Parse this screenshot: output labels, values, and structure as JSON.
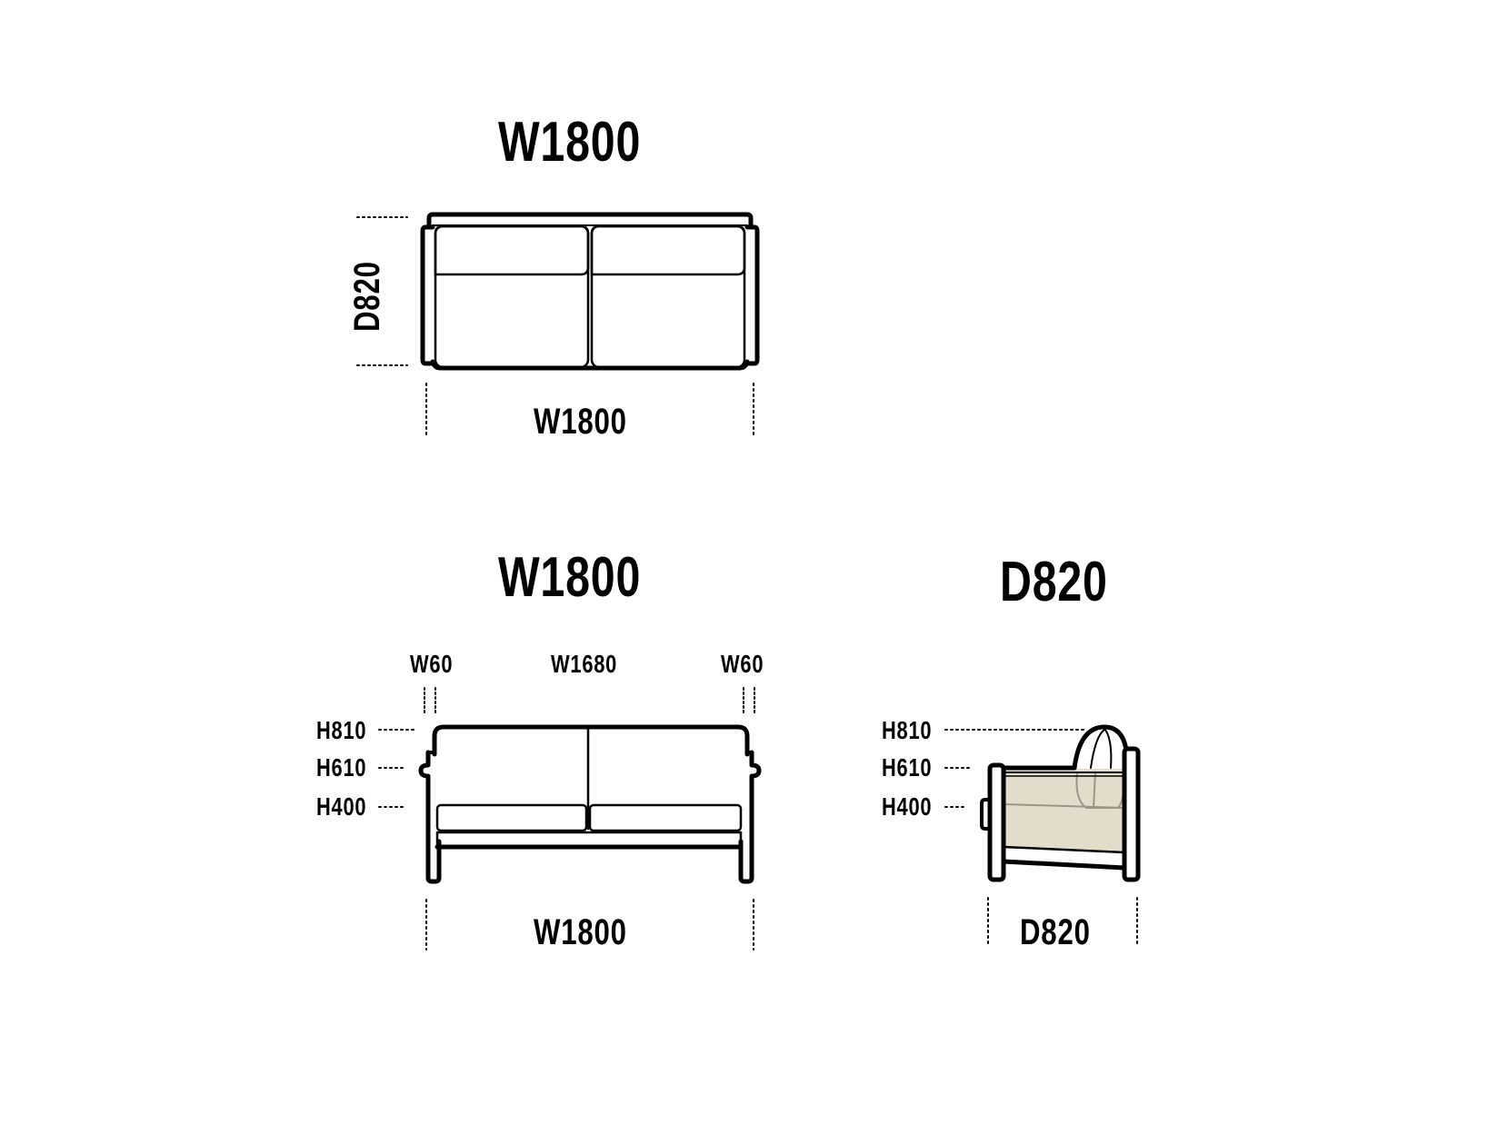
{
  "colors": {
    "line": "#000000",
    "background": "#ffffff",
    "side_fill": "#e2dccb",
    "side_detail": "#9a968a"
  },
  "top_view": {
    "title": "W1800",
    "depth_label": "D820",
    "width_label": "W1800",
    "icon": "sofa-top-view"
  },
  "front_view": {
    "title": "W1800",
    "arm_left_label": "W60",
    "seat_width_label": "W1680",
    "arm_right_label": "W60",
    "height_labels": [
      "H810",
      "H610",
      "H400"
    ],
    "width_label": "W1800",
    "icon": "sofa-front-view"
  },
  "side_view": {
    "title": "D820",
    "height_labels": [
      "H810",
      "H610",
      "H400"
    ],
    "depth_label": "D820",
    "icon": "sofa-side-view"
  }
}
